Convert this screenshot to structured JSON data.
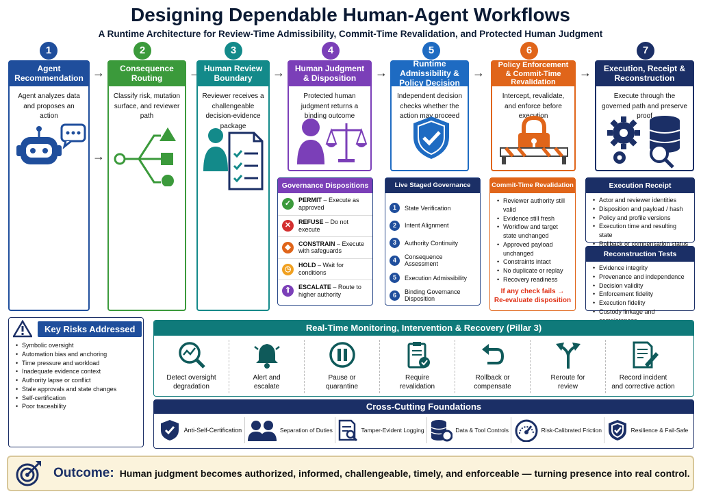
{
  "title": "Designing Dependable Human-Agent Workflows",
  "subtitle": "A Runtime Architecture for Review-Time Admissibility, Commit-Time Revalidation, and Protected Human Judgment",
  "steps": [
    {
      "num": "1",
      "title": "Agent Recommendation",
      "desc": "Agent analyzes data and proposes an action",
      "color": "#1f4e9c"
    },
    {
      "num": "2",
      "title": "Consequence Routing",
      "desc": "Classify risk, mutation surface, and reviewer path",
      "color": "#3b9a3b"
    },
    {
      "num": "3",
      "title": "Human Review Boundary",
      "desc": "Reviewer receives a challengeable decision-evidence package",
      "color": "#138a8a"
    },
    {
      "num": "4",
      "title": "Human Judgment & Disposition",
      "desc": "Protected human judgment returns a binding outcome",
      "color": "#7b3fb8"
    },
    {
      "num": "5",
      "title": "Runtime Admissibility & Policy Decision",
      "desc": "Independent decision checks whether the action may proceed",
      "color": "#1e6bc2"
    },
    {
      "num": "6",
      "title": "Policy Enforcement & Commit-Time Revalidation",
      "desc": "Intercept, revalidate, and enforce before execution",
      "color": "#e0651a"
    },
    {
      "num": "7",
      "title": "Execution, Receipt & Reconstruction",
      "desc": "Execute through the governed path and preserve proof",
      "color": "#1b2f66"
    }
  ],
  "dispositions": {
    "title": "Governance Dispositions",
    "items": [
      {
        "key": "PERMIT",
        "text": " – Execute as approved",
        "color": "#3b9a3b",
        "glyph": "✓"
      },
      {
        "key": "REFUSE",
        "text": " – Do not execute",
        "color": "#d32f2f",
        "glyph": "✕"
      },
      {
        "key": "CONSTRAIN",
        "text": " – Execute with safeguards",
        "color": "#e0651a",
        "glyph": "◆"
      },
      {
        "key": "HOLD",
        "text": " – Wait for conditions",
        "color": "#f0a020",
        "glyph": "◷"
      },
      {
        "key": "ESCALATE",
        "text": " – Route to higher authority",
        "color": "#7b3fb8",
        "glyph": "⇑"
      }
    ]
  },
  "chain": {
    "title": "Live Staged Governance Chain",
    "items": [
      {
        "num": "1",
        "text": "State Verification"
      },
      {
        "num": "2",
        "text": "Intent Alignment"
      },
      {
        "num": "3",
        "text": "Authority Continuity"
      },
      {
        "num": "4",
        "text": "Consequence Assessment"
      },
      {
        "num": "5",
        "text": "Execution Admissibility"
      },
      {
        "num": "6",
        "text": "Binding Governance Disposition"
      }
    ]
  },
  "revalidation": {
    "title": "Commit-Time Revalidation",
    "items": [
      "Reviewer authority still valid",
      "Evidence still fresh",
      "Workflow and target state unchanged",
      "Approved payload unchanged",
      "Constraints intact",
      "No duplicate or replay",
      "Recovery readiness"
    ],
    "warning_line1": "If any check fails →",
    "warning_line2": "Re-evaluate disposition"
  },
  "receipt": {
    "title": "Execution Receipt",
    "items": [
      "Actor and reviewer identities",
      "Disposition and payload / hash",
      "Policy and profile versions",
      "Execution time and resulting state",
      "Rollback or compensation status"
    ]
  },
  "reconstruction": {
    "title": "Reconstruction Tests",
    "items": [
      "Evidence integrity",
      "Provenance and independence",
      "Decision validity",
      "Enforcement fidelity",
      "Execution fidelity",
      "Custody linkage and completeness"
    ]
  },
  "risks": {
    "title": "Key Risks Addressed",
    "items": [
      "Symbolic oversight",
      "Automation bias and anchoring",
      "Time pressure and workload",
      "Inadequate evidence context",
      "Authority lapse or conflict",
      "Stale approvals and state changes",
      "Self-certification",
      "Poor traceability"
    ]
  },
  "monitoring": {
    "title": "Real-Time Monitoring, Intervention & Recovery (Pillar 3)",
    "items": [
      {
        "line1": "Detect oversight",
        "line2": "degradation",
        "icon": "search-chart-icon"
      },
      {
        "line1": "Alert and",
        "line2": "escalate",
        "icon": "bell-icon"
      },
      {
        "line1": "Pause or",
        "line2": "quarantine",
        "icon": "pause-icon"
      },
      {
        "line1": "Require",
        "line2": "revalidation",
        "icon": "clipboard-check-icon"
      },
      {
        "line1": "Rollback or",
        "line2": "compensate",
        "icon": "undo-icon"
      },
      {
        "line1": "Reroute for",
        "line2": "review",
        "icon": "split-arrow-icon"
      },
      {
        "line1": "Record incident",
        "line2": "and corrective action",
        "icon": "document-pen-icon"
      }
    ]
  },
  "foundations": {
    "title": "Cross-Cutting Foundations",
    "items": [
      {
        "label": "Anti-Self-Certification",
        "icon": "shield-check-icon"
      },
      {
        "label": "Separation of Duties",
        "icon": "people-icon"
      },
      {
        "label": "Tamper-Evident Logging",
        "icon": "log-search-icon"
      },
      {
        "label": "Data & Tool Controls",
        "icon": "database-gear-icon"
      },
      {
        "label": "Risk-Calibrated Friction",
        "icon": "gauge-icon"
      },
      {
        "label": "Resilience & Fail-Safe",
        "icon": "shield-icon"
      }
    ]
  },
  "outcome": {
    "label": "Outcome:",
    "text": "Human judgment becomes authorized, informed, challengeable, timely, and enforceable — turning presence into real control."
  }
}
